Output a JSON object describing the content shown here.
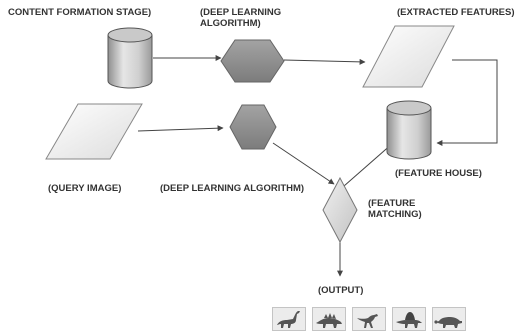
{
  "labels": {
    "content_formation_stage": "CONTENT FORMATION STAGE)",
    "deep_learning_algorithm_top": "(DEEP LEARNING\nALGORITHM)",
    "extracted_features": "(EXTRACTED FEATURES)",
    "query_image": "(QUERY IMAGE)",
    "deep_learning_algorithm_bottom": "(DEEP LEARNING ALGORITHM)",
    "feature_house": "(FEATURE HOUSE)",
    "feature_matching": "(FEATURE\nMATCHING)",
    "output": "(OUTPUT)"
  },
  "output_thumbnails": [
    {
      "icon": "dinosaur-long-neck-icon"
    },
    {
      "icon": "dinosaur-stegosaurus-icon"
    },
    {
      "icon": "dinosaur-raptor-icon"
    },
    {
      "icon": "dinosaur-spinosaurus-icon"
    },
    {
      "icon": "dinosaur-ankylosaurus-icon"
    }
  ],
  "colors": {
    "shape_fill_light": "#f2f2f2",
    "shape_fill_dark": "#8a8a8a",
    "connector": "#444444",
    "label_text": "#333333"
  }
}
